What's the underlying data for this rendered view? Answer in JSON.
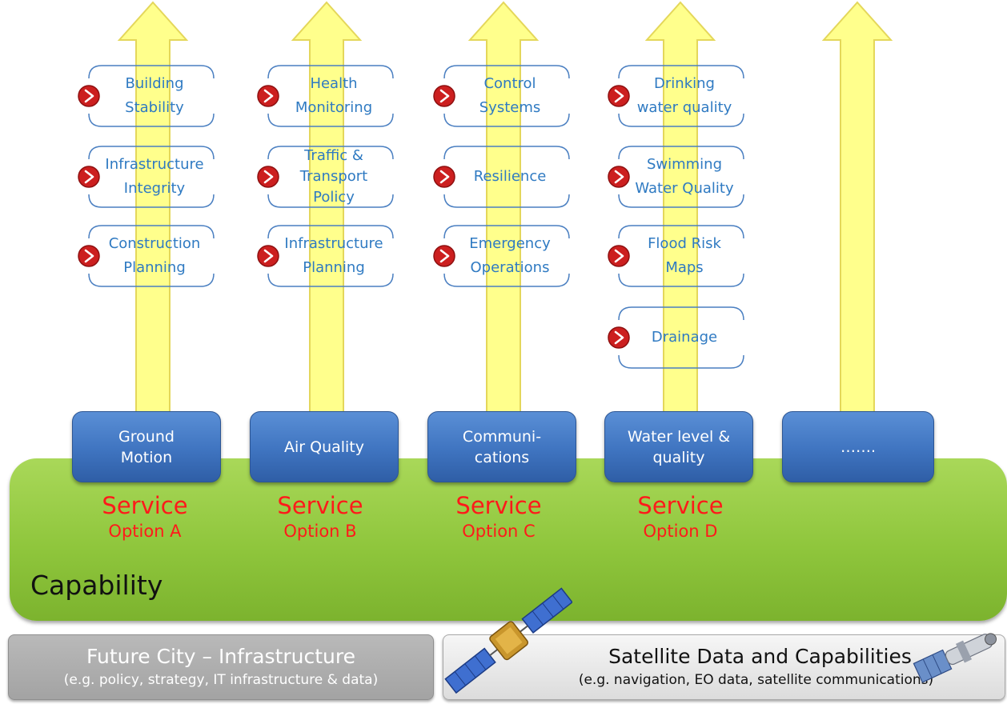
{
  "colors": {
    "arrow_fill": "#ffff8c",
    "arrow_stroke": "#e4d75a",
    "capability_green": "#92c83e",
    "service_box_blue": "#3f74c0",
    "service_red": "#ff1a1a",
    "item_text_blue": "#2f7ac2",
    "badge_red": "#cc1f1f"
  },
  "columns": [
    {
      "service_name": "Ground\nMotion",
      "option_title": "Service",
      "option_label": "Option A",
      "items": [
        "Building\nStability",
        "Infrastructure\nIntegrity",
        "Construction\nPlanning"
      ]
    },
    {
      "service_name": "Air Quality",
      "option_title": "Service",
      "option_label": "Option B",
      "items": [
        "Health\nMonitoring",
        "Traffic &\nTransport\nPolicy",
        "Infrastructure\nPlanning"
      ]
    },
    {
      "service_name": "Communi-\ncations",
      "option_title": "Service",
      "option_label": "Option C",
      "items": [
        "Control\nSystems",
        "Resilience",
        "Emergency\nOperations"
      ]
    },
    {
      "service_name": "Water level &\nquality",
      "option_title": "Service",
      "option_label": "Option D",
      "items": [
        "Drinking\nwater quality",
        "Swimming\nWater Quality",
        "Flood Risk\nMaps",
        "Drainage"
      ]
    },
    {
      "service_name": "…….",
      "items": []
    }
  ],
  "capability_label": "Capability",
  "future_city": {
    "title": "Future City – Infrastructure",
    "subtitle": "(e.g. policy, strategy, IT infrastructure & data)"
  },
  "satellite": {
    "title": "Satellite Data and Capabilities",
    "subtitle": "(e.g. navigation, EO data, satellite communications)"
  }
}
